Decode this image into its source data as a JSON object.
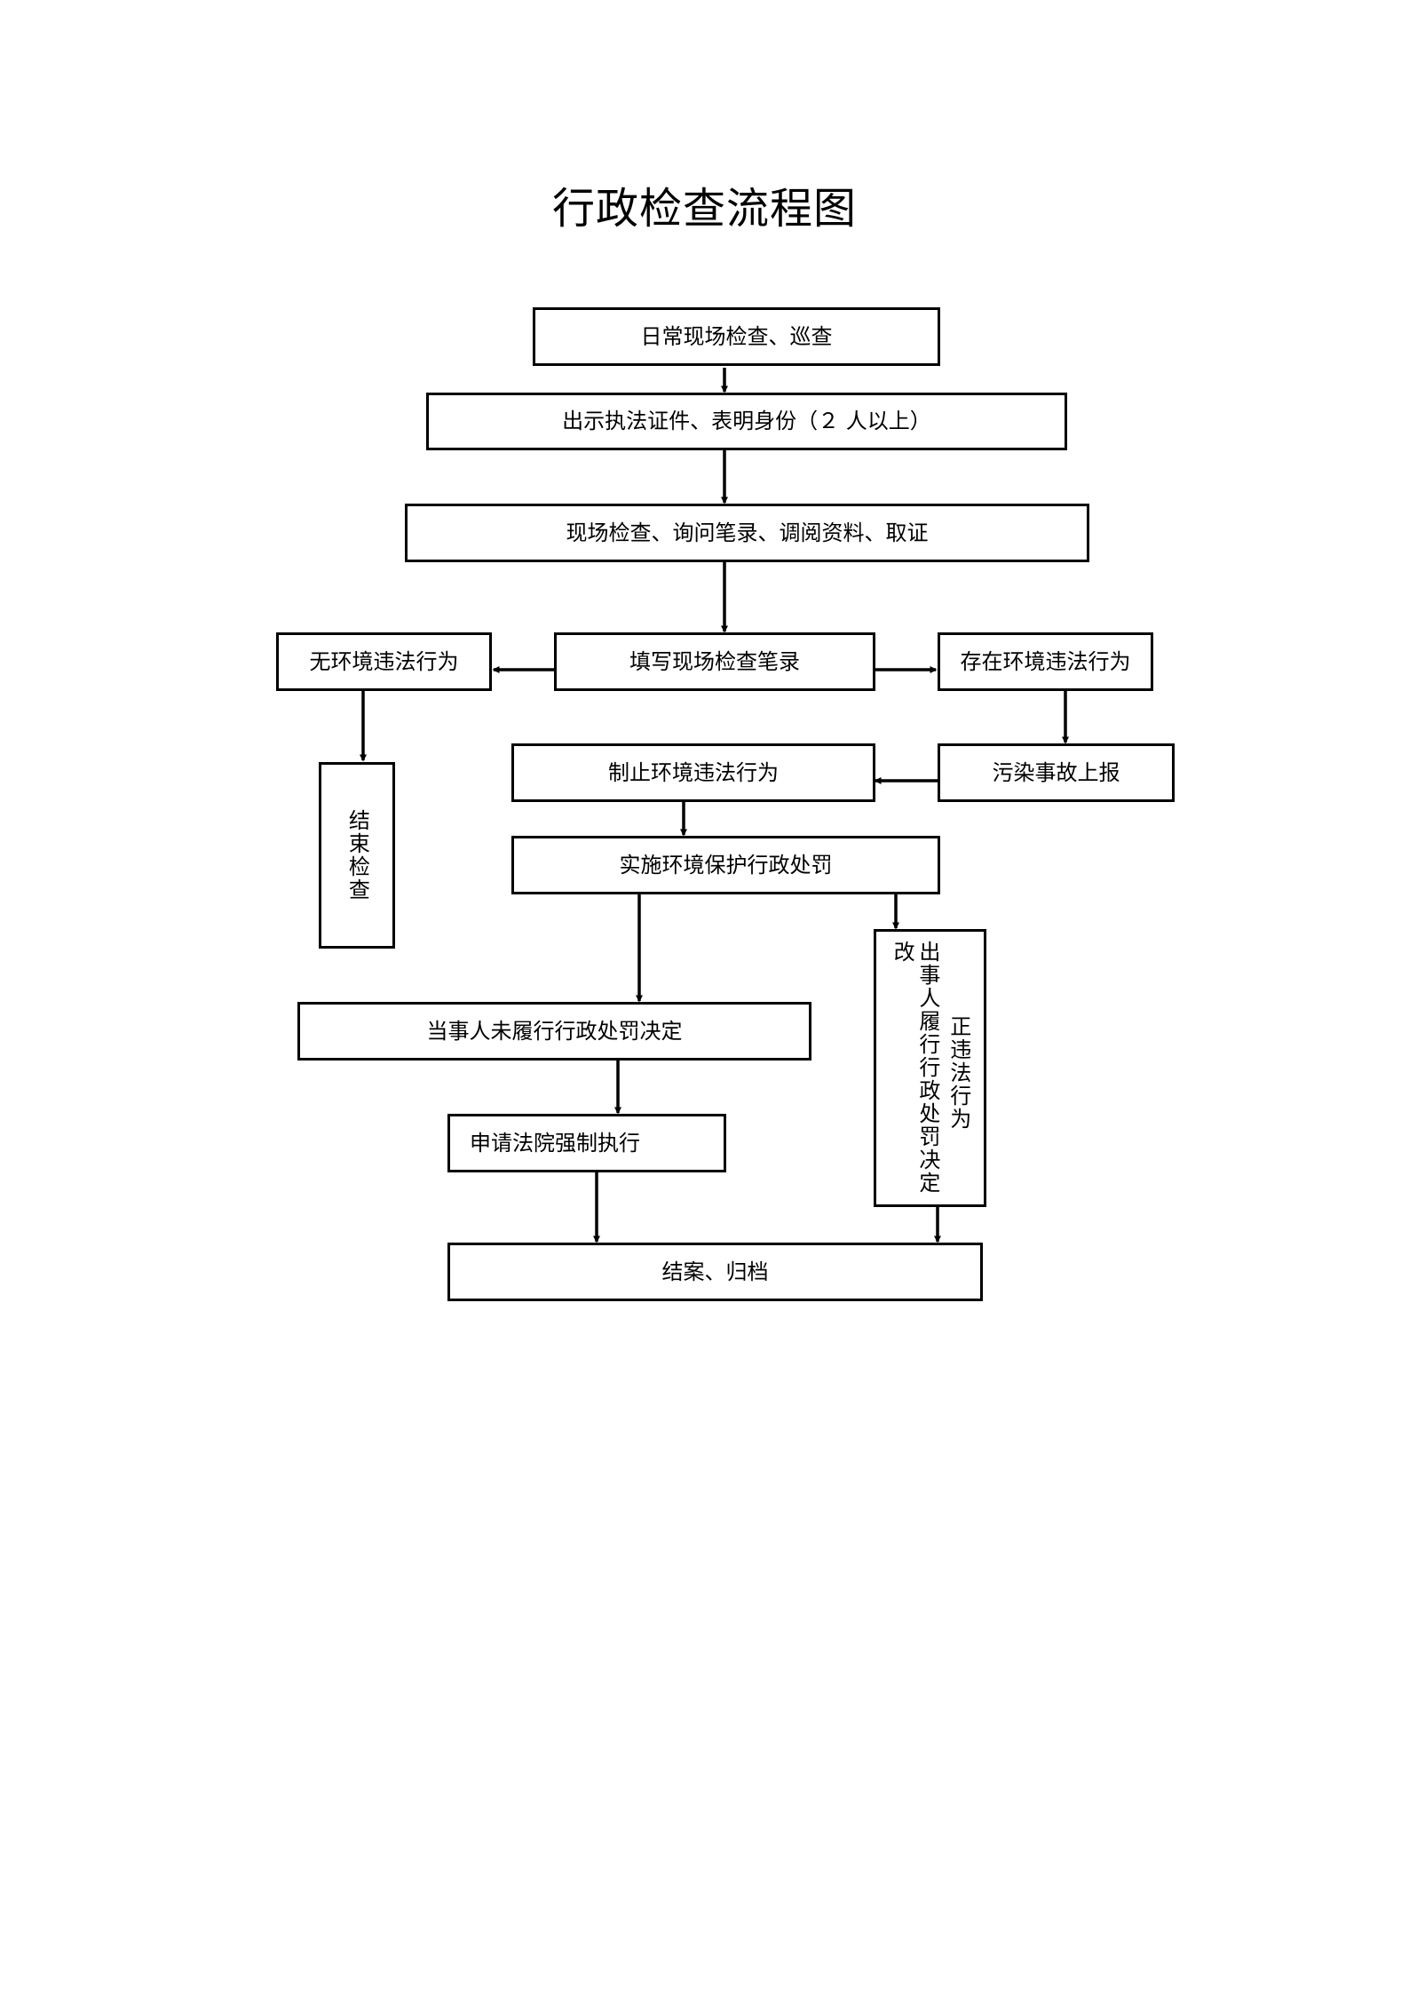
{
  "title": "行政检查流程图",
  "nodes": {
    "daily_inspection": "日常现场检查、巡查",
    "show_credentials": "出示执法证件、表明身份（２ 人以上）",
    "onsite_inspection": "现场检查、询问笔录、调阅资料、取证",
    "fill_record": "填写现场检查笔录",
    "no_violation": "无环境违法行为",
    "violation_exists": "存在环境违法行为",
    "end_inspection": "结束检查",
    "stop_violation": "制止环境违法行为",
    "pollution_report": "污染事故上报",
    "impose_penalty": "实施环境保护行政处罚",
    "party_not_comply": "当事人未履行行政处罚决定",
    "court_enforcement": "申请法院强制执行",
    "party_comply_col1": "出事人履行行政处罚决定改",
    "party_comply_col2": "正违法行为",
    "close_archive": "结案、归档"
  }
}
